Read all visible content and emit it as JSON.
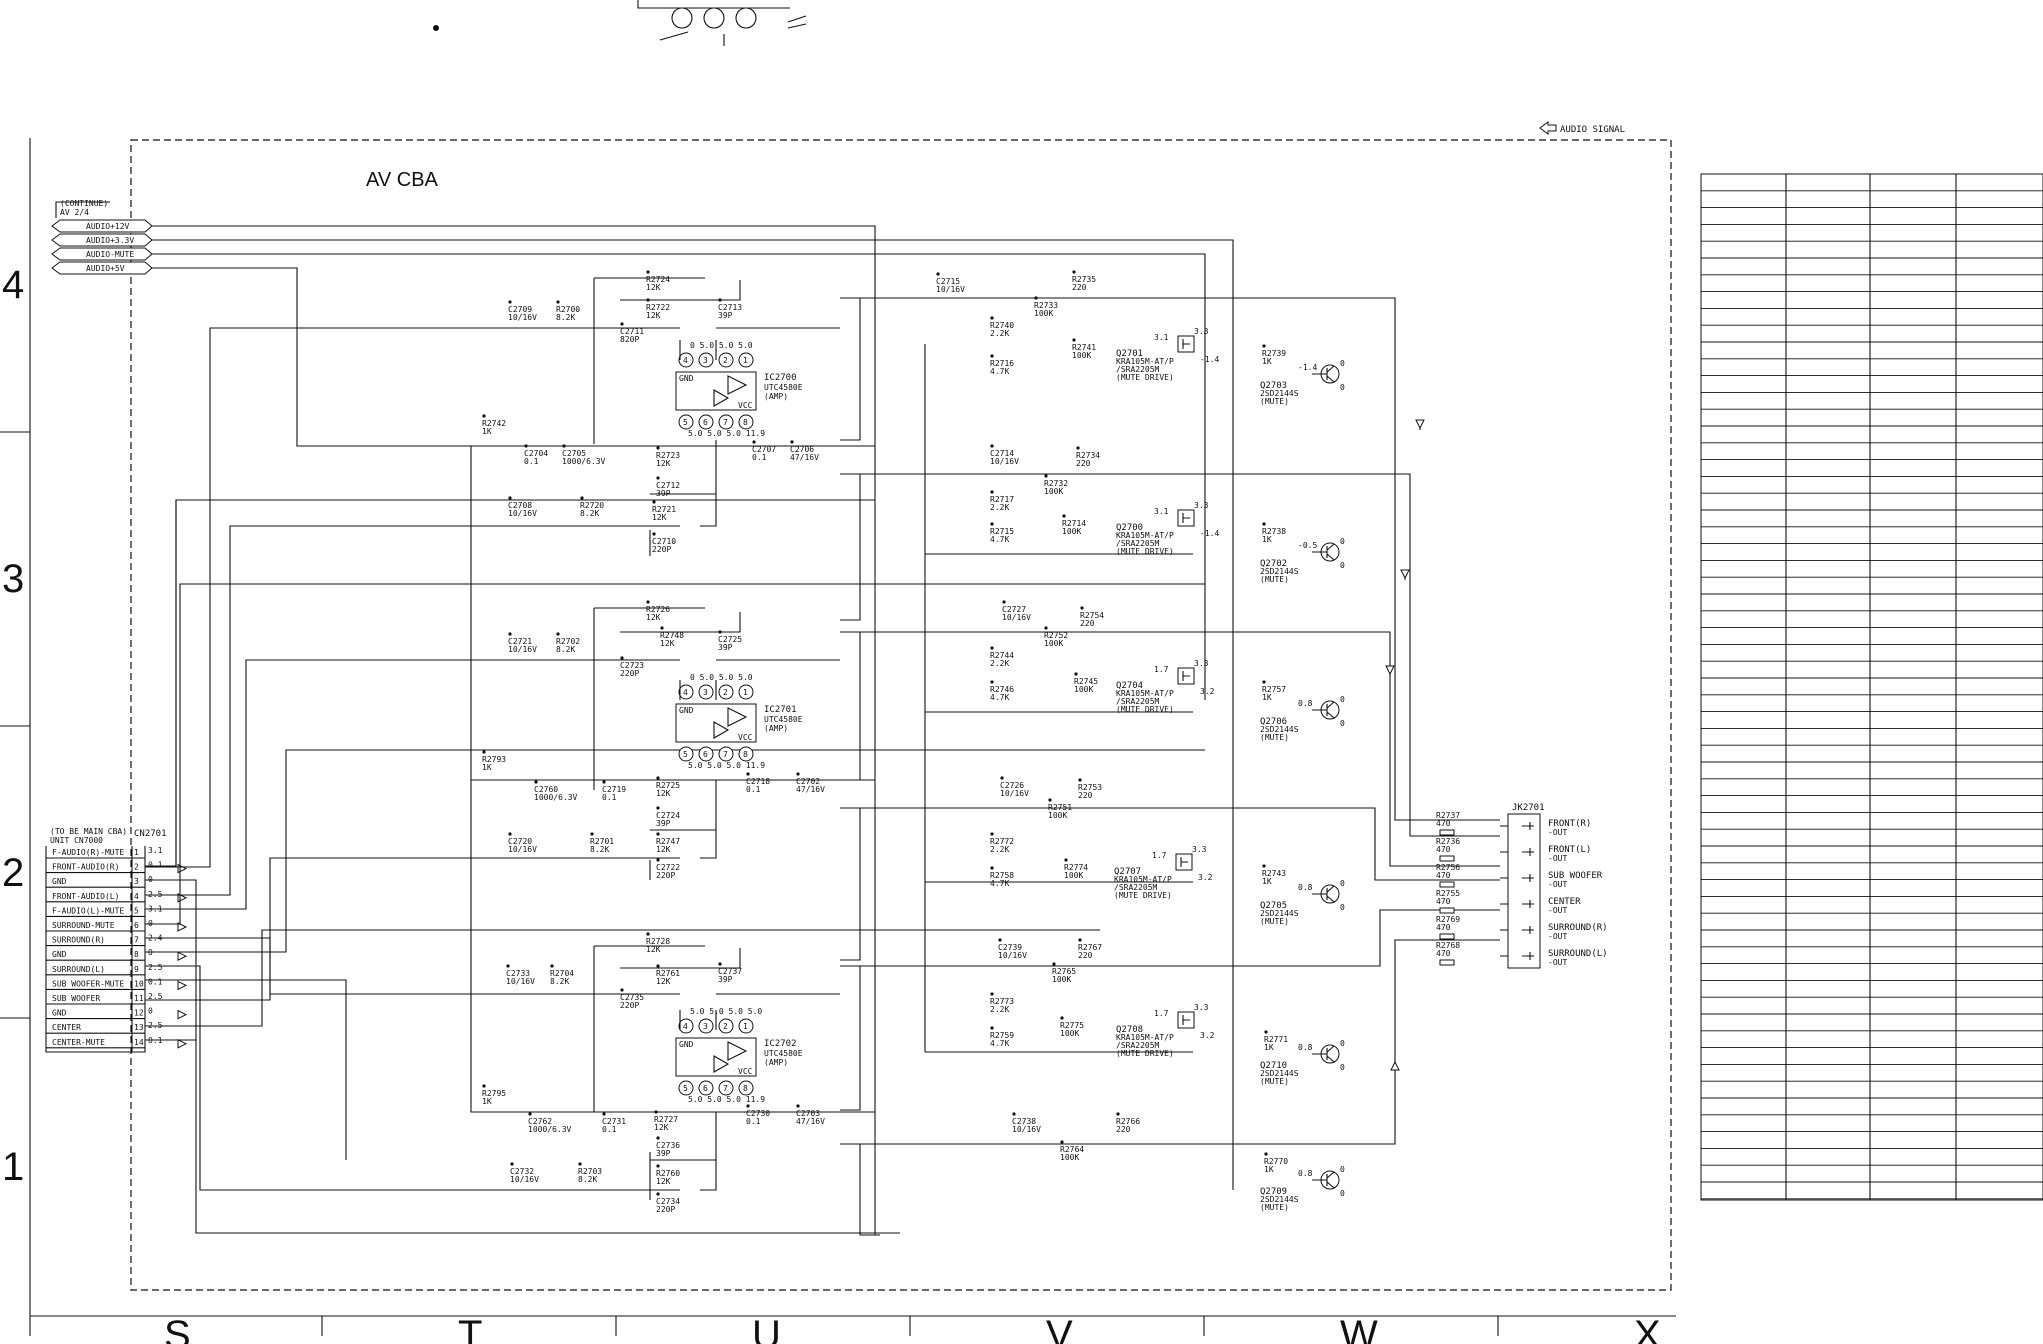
{
  "board": {
    "title": "AV CBA",
    "signal_legend": "AUDIO SIGNAL"
  },
  "continue_tag": {
    "line1": "(CONTINUE)",
    "line2": "AV 2/4",
    "ports": [
      "AUDIO+12V",
      "AUDIO+3.3V",
      "AUDIO-MUTE",
      "AUDIO+5V"
    ]
  },
  "connector": {
    "ref": "CN2701",
    "tag_line1": "(TO BE MAIN CBA)",
    "tag_line2": "UNIT CN7000",
    "pins": [
      {
        "num": "1",
        "name": "F-AUDIO(R)-MUTE",
        "volt": "3.1"
      },
      {
        "num": "2",
        "name": "FRONT-AUDIO(R)",
        "volt": "0.1"
      },
      {
        "num": "3",
        "name": "GND",
        "volt": "0"
      },
      {
        "num": "4",
        "name": "FRONT-AUDIO(L)",
        "volt": "2.5"
      },
      {
        "num": "5",
        "name": "F-AUDIO(L)-MUTE",
        "volt": "3.1"
      },
      {
        "num": "6",
        "name": "SURROUND-MUTE",
        "volt": "0"
      },
      {
        "num": "7",
        "name": "SURROUND(R)",
        "volt": "2.4"
      },
      {
        "num": "8",
        "name": "GND",
        "volt": "0"
      },
      {
        "num": "9",
        "name": "SURROUND(L)",
        "volt": "2.5"
      },
      {
        "num": "10",
        "name": "SUB WOOFER-MUTE",
        "volt": "0.1"
      },
      {
        "num": "11",
        "name": "SUB WOOFER",
        "volt": "2.5"
      },
      {
        "num": "12",
        "name": "GND",
        "volt": "0"
      },
      {
        "num": "13",
        "name": "CENTER",
        "volt": "2.5"
      },
      {
        "num": "14",
        "name": "CENTER-MUTE",
        "volt": "0.1"
      }
    ]
  },
  "output_jack": {
    "ref": "JK2701",
    "outputs": [
      {
        "line1": "FRONT(R)",
        "line2": "-OUT",
        "res": "R2737",
        "val": "470"
      },
      {
        "line1": "FRONT(L)",
        "line2": "-OUT",
        "res": "R2736",
        "val": "470"
      },
      {
        "line1": "SUB WOOFER",
        "line2": "-OUT",
        "res": "R2756",
        "val": "470"
      },
      {
        "line1": "CENTER",
        "line2": "-OUT",
        "res": "R2755",
        "val": "470"
      },
      {
        "line1": "SURROUND(R)",
        "line2": "-OUT",
        "res": "R2769",
        "val": "470"
      },
      {
        "line1": "SURROUND(L)",
        "line2": "-OUT",
        "res": "R2768",
        "val": "470"
      }
    ]
  },
  "ics": [
    {
      "ref": "IC2700",
      "part": "UTC4580E",
      "role": "(AMP)",
      "top_pins": [
        "4",
        "3",
        "2",
        "1"
      ],
      "bottom_pins": [
        "5",
        "6",
        "7",
        "8"
      ],
      "top_volts": "0   5.0 5.0 5.0",
      "bottom_volts": "5.0 5.0 5.0 11.9",
      "gnd": "GND",
      "vcc": "VCC"
    },
    {
      "ref": "IC2701",
      "part": "UTC4580E",
      "role": "(AMP)",
      "top_pins": [
        "4",
        "3",
        "2",
        "1"
      ],
      "bottom_pins": [
        "5",
        "6",
        "7",
        "8"
      ],
      "top_volts": "0   5.0 5.0 5.0",
      "bottom_volts": "5.0 5.0 5.0 11.9",
      "gnd": "GND",
      "vcc": "VCC"
    },
    {
      "ref": "IC2702",
      "part": "UTC4580E",
      "role": "(AMP)",
      "top_pins": [
        "4",
        "3",
        "2",
        "1"
      ],
      "bottom_pins": [
        "5",
        "6",
        "7",
        "8"
      ],
      "top_volts": "5.0 5.0 5.0 5.0",
      "bottom_volts": "5.0 5.0 5.0 11.9",
      "gnd": "GND",
      "vcc": "VCC"
    }
  ],
  "parts": [
    {
      "ref": "C2709",
      "val": "10/16V"
    },
    {
      "ref": "R2700",
      "val": "8.2K"
    },
    {
      "ref": "C2711",
      "val": "820P"
    },
    {
      "ref": "R2724",
      "val": "12K"
    },
    {
      "ref": "R2722",
      "val": "12K"
    },
    {
      "ref": "C2713",
      "val": "39P"
    },
    {
      "ref": "R2742",
      "val": "1K"
    },
    {
      "ref": "C2704",
      "val": "0.1"
    },
    {
      "ref": "C2705",
      "val": "1000/6.3V"
    },
    {
      "ref": "R2723",
      "val": "12K"
    },
    {
      "ref": "C2712",
      "val": "39P"
    },
    {
      "ref": "C2707",
      "val": "0.1"
    },
    {
      "ref": "C2706",
      "val": "47/16V"
    },
    {
      "ref": "C2708",
      "val": "10/16V"
    },
    {
      "ref": "R2720",
      "val": "8.2K"
    },
    {
      "ref": "R2721",
      "val": "12K"
    },
    {
      "ref": "C2710",
      "val": "220P"
    },
    {
      "ref": "R2726",
      "val": "12K"
    },
    {
      "ref": "C2721",
      "val": "10/16V"
    },
    {
      "ref": "R2702",
      "val": "8.2K"
    },
    {
      "ref": "R2748",
      "val": "12K"
    },
    {
      "ref": "C2725",
      "val": "39P"
    },
    {
      "ref": "C2723",
      "val": "220P"
    },
    {
      "ref": "R2793",
      "val": "1K"
    },
    {
      "ref": "C2760",
      "val": "1000/6.3V"
    },
    {
      "ref": "C2719",
      "val": "0.1"
    },
    {
      "ref": "R2725",
      "val": "12K"
    },
    {
      "ref": "C2718",
      "val": "0.1"
    },
    {
      "ref": "C2702",
      "val": "47/16V"
    },
    {
      "ref": "C2720",
      "val": "10/16V"
    },
    {
      "ref": "R2701",
      "val": "8.2K"
    },
    {
      "ref": "C2724",
      "val": "39P"
    },
    {
      "ref": "R2747",
      "val": "12K"
    },
    {
      "ref": "C2722",
      "val": "220P"
    },
    {
      "ref": "R2728",
      "val": "12K"
    },
    {
      "ref": "C2733",
      "val": "10/16V"
    },
    {
      "ref": "R2704",
      "val": "8.2K"
    },
    {
      "ref": "R2761",
      "val": "12K"
    },
    {
      "ref": "C2737",
      "val": "39P"
    },
    {
      "ref": "C2735",
      "val": "220P"
    },
    {
      "ref": "R2795",
      "val": "1K"
    },
    {
      "ref": "C2762",
      "val": "1000/6.3V"
    },
    {
      "ref": "C2731",
      "val": "0.1"
    },
    {
      "ref": "R2727",
      "val": "12K"
    },
    {
      "ref": "C2730",
      "val": "0.1"
    },
    {
      "ref": "C2703",
      "val": "47/16V"
    },
    {
      "ref": "C2736",
      "val": "39P"
    },
    {
      "ref": "C2732",
      "val": "10/16V"
    },
    {
      "ref": "R2703",
      "val": "8.2K"
    },
    {
      "ref": "R2760",
      "val": "12K"
    },
    {
      "ref": "C2734",
      "val": "220P"
    },
    {
      "ref": "C2715",
      "val": "10/16V"
    },
    {
      "ref": "R2735",
      "val": "220"
    },
    {
      "ref": "R2733",
      "val": "100K"
    },
    {
      "ref": "R2740",
      "val": "2.2K"
    },
    {
      "ref": "R2741",
      "val": "100K"
    },
    {
      "ref": "R2716",
      "val": "4.7K"
    },
    {
      "ref": "C2714",
      "val": "10/16V"
    },
    {
      "ref": "R2734",
      "val": "220"
    },
    {
      "ref": "R2732",
      "val": "100K"
    },
    {
      "ref": "R2717",
      "val": "2.2K"
    },
    {
      "ref": "R2714",
      "val": "100K"
    },
    {
      "ref": "R2715",
      "val": "4.7K"
    },
    {
      "ref": "C2727",
      "val": "10/16V"
    },
    {
      "ref": "R2754",
      "val": "220"
    },
    {
      "ref": "R2752",
      "val": "100K"
    },
    {
      "ref": "R2744",
      "val": "2.2K"
    },
    {
      "ref": "R2745",
      "val": "100K"
    },
    {
      "ref": "R2746",
      "val": "4.7K"
    },
    {
      "ref": "C2726",
      "val": "10/16V"
    },
    {
      "ref": "R2753",
      "val": "220"
    },
    {
      "ref": "R2751",
      "val": "100K"
    },
    {
      "ref": "R2772",
      "val": "2.2K"
    },
    {
      "ref": "R2774",
      "val": "100K"
    },
    {
      "ref": "R2758",
      "val": "4.7K"
    },
    {
      "ref": "C2739",
      "val": "10/16V"
    },
    {
      "ref": "R2767",
      "val": "220"
    },
    {
      "ref": "R2765",
      "val": "100K"
    },
    {
      "ref": "R2773",
      "val": "2.2K"
    },
    {
      "ref": "R2775",
      "val": "100K"
    },
    {
      "ref": "R2759",
      "val": "4.7K"
    },
    {
      "ref": "C2738",
      "val": "10/16V"
    },
    {
      "ref": "R2766",
      "val": "220"
    },
    {
      "ref": "R2764",
      "val": "100K"
    },
    {
      "ref": "R2739",
      "val": "1K"
    },
    {
      "ref": "R2738",
      "val": "1K"
    },
    {
      "ref": "R2757",
      "val": "1K"
    },
    {
      "ref": "R2743",
      "val": "1K"
    },
    {
      "ref": "R2771",
      "val": "1K"
    },
    {
      "ref": "R2770",
      "val": "1K"
    }
  ],
  "mute_drive_transistors": [
    {
      "ref": "Q2701",
      "part": "KRA105M-AT/P",
      "alt": "/SRA2205M",
      "role": "(MUTE DRIVE)",
      "v_in": "3.1",
      "v_top": "3.3",
      "v_out": "-1.4"
    },
    {
      "ref": "Q2700",
      "part": "KRA105M-AT/P",
      "alt": "/SRA2205M",
      "role": "(MUTE DRIVE)",
      "v_in": "3.1",
      "v_top": "3.3",
      "v_out": "-1.4"
    },
    {
      "ref": "Q2704",
      "part": "KRA105M-AT/P",
      "alt": "/SRA2205M",
      "role": "(MUTE DRIVE)",
      "v_in": "1.7",
      "v_top": "3.3",
      "v_out": "3.2"
    },
    {
      "ref": "Q2707",
      "part": "KRA105M-AT/P",
      "alt": "/SRA2205M",
      "role": "(MUTE DRIVE)",
      "v_in": "1.7",
      "v_top": "3.3",
      "v_out": "3.2"
    },
    {
      "ref": "Q2708",
      "part": "KRA105M-AT/P",
      "alt": "/SRA2205M",
      "role": "(MUTE DRIVE)",
      "v_in": "1.7",
      "v_top": "3.3",
      "v_out": "3.2"
    }
  ],
  "mute_transistors": [
    {
      "ref": "Q2703",
      "part": "2SD2144S",
      "role": "(MUTE)",
      "v_b": "-1.4",
      "v_c": "0",
      "v_e": "0"
    },
    {
      "ref": "Q2702",
      "part": "2SD2144S",
      "role": "(MUTE)",
      "v_b": "-0.5",
      "v_c": "0",
      "v_e": "0"
    },
    {
      "ref": "Q2706",
      "part": "2SD2144S",
      "role": "(MUTE)",
      "v_b": "0.8",
      "v_c": "0",
      "v_e": "0"
    },
    {
      "ref": "Q2705",
      "part": "2SD2144S",
      "role": "(MUTE)",
      "v_b": "0.8",
      "v_c": "0",
      "v_e": "0"
    },
    {
      "ref": "Q2710",
      "part": "2SD2144S",
      "role": "(MUTE)",
      "v_b": "0.8",
      "v_c": "0",
      "v_e": "0"
    },
    {
      "ref": "Q2709",
      "part": "2SD2144S",
      "role": "(MUTE)",
      "v_b": "0.8",
      "v_c": "0",
      "v_e": "0"
    }
  ],
  "zones": {
    "rows": [
      "4",
      "3",
      "2",
      "1"
    ],
    "cols": [
      "S",
      "T",
      "U",
      "V",
      "W",
      "X"
    ]
  },
  "colors": {
    "ink": "#111111",
    "paper": "#ffffff"
  }
}
